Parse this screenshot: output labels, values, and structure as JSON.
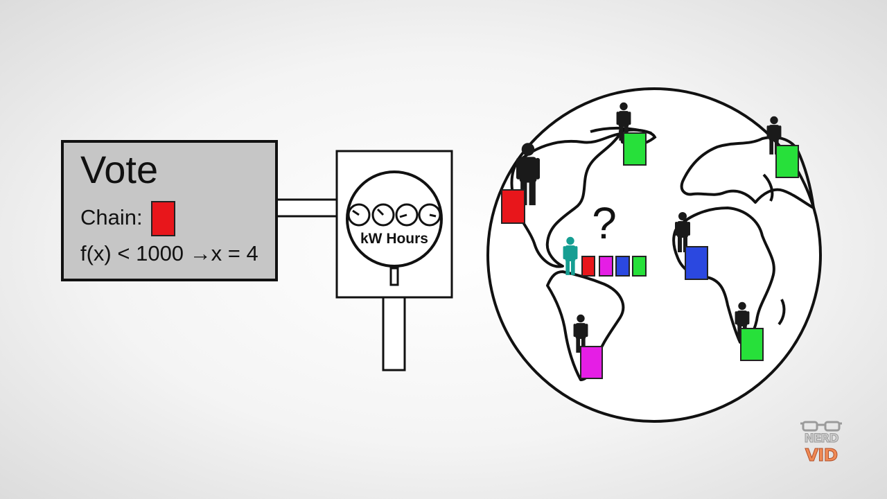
{
  "vote": {
    "title": "Vote",
    "chain_label": "Chain:",
    "chain_block_color": "#e8161b",
    "formula": "f(x) < 1000 →x = 4"
  },
  "meter": {
    "label": "kW Hours",
    "dial_count": 4
  },
  "globe": {
    "question_mark": "?",
    "center_chain_colors": [
      "#e8161b",
      "#e51ee5",
      "#2b48e0",
      "#27e03a"
    ]
  },
  "watermark": {
    "top_text": "NERD",
    "bottom_text": "VID"
  },
  "colors": {
    "red": "#e8161b",
    "green": "#27e03a",
    "blue": "#2b48e0",
    "magenta": "#e51ee5",
    "teal": "#169e92",
    "person": "#1a1a1a"
  },
  "icons": [
    "person-icon",
    "glasses-icon"
  ]
}
